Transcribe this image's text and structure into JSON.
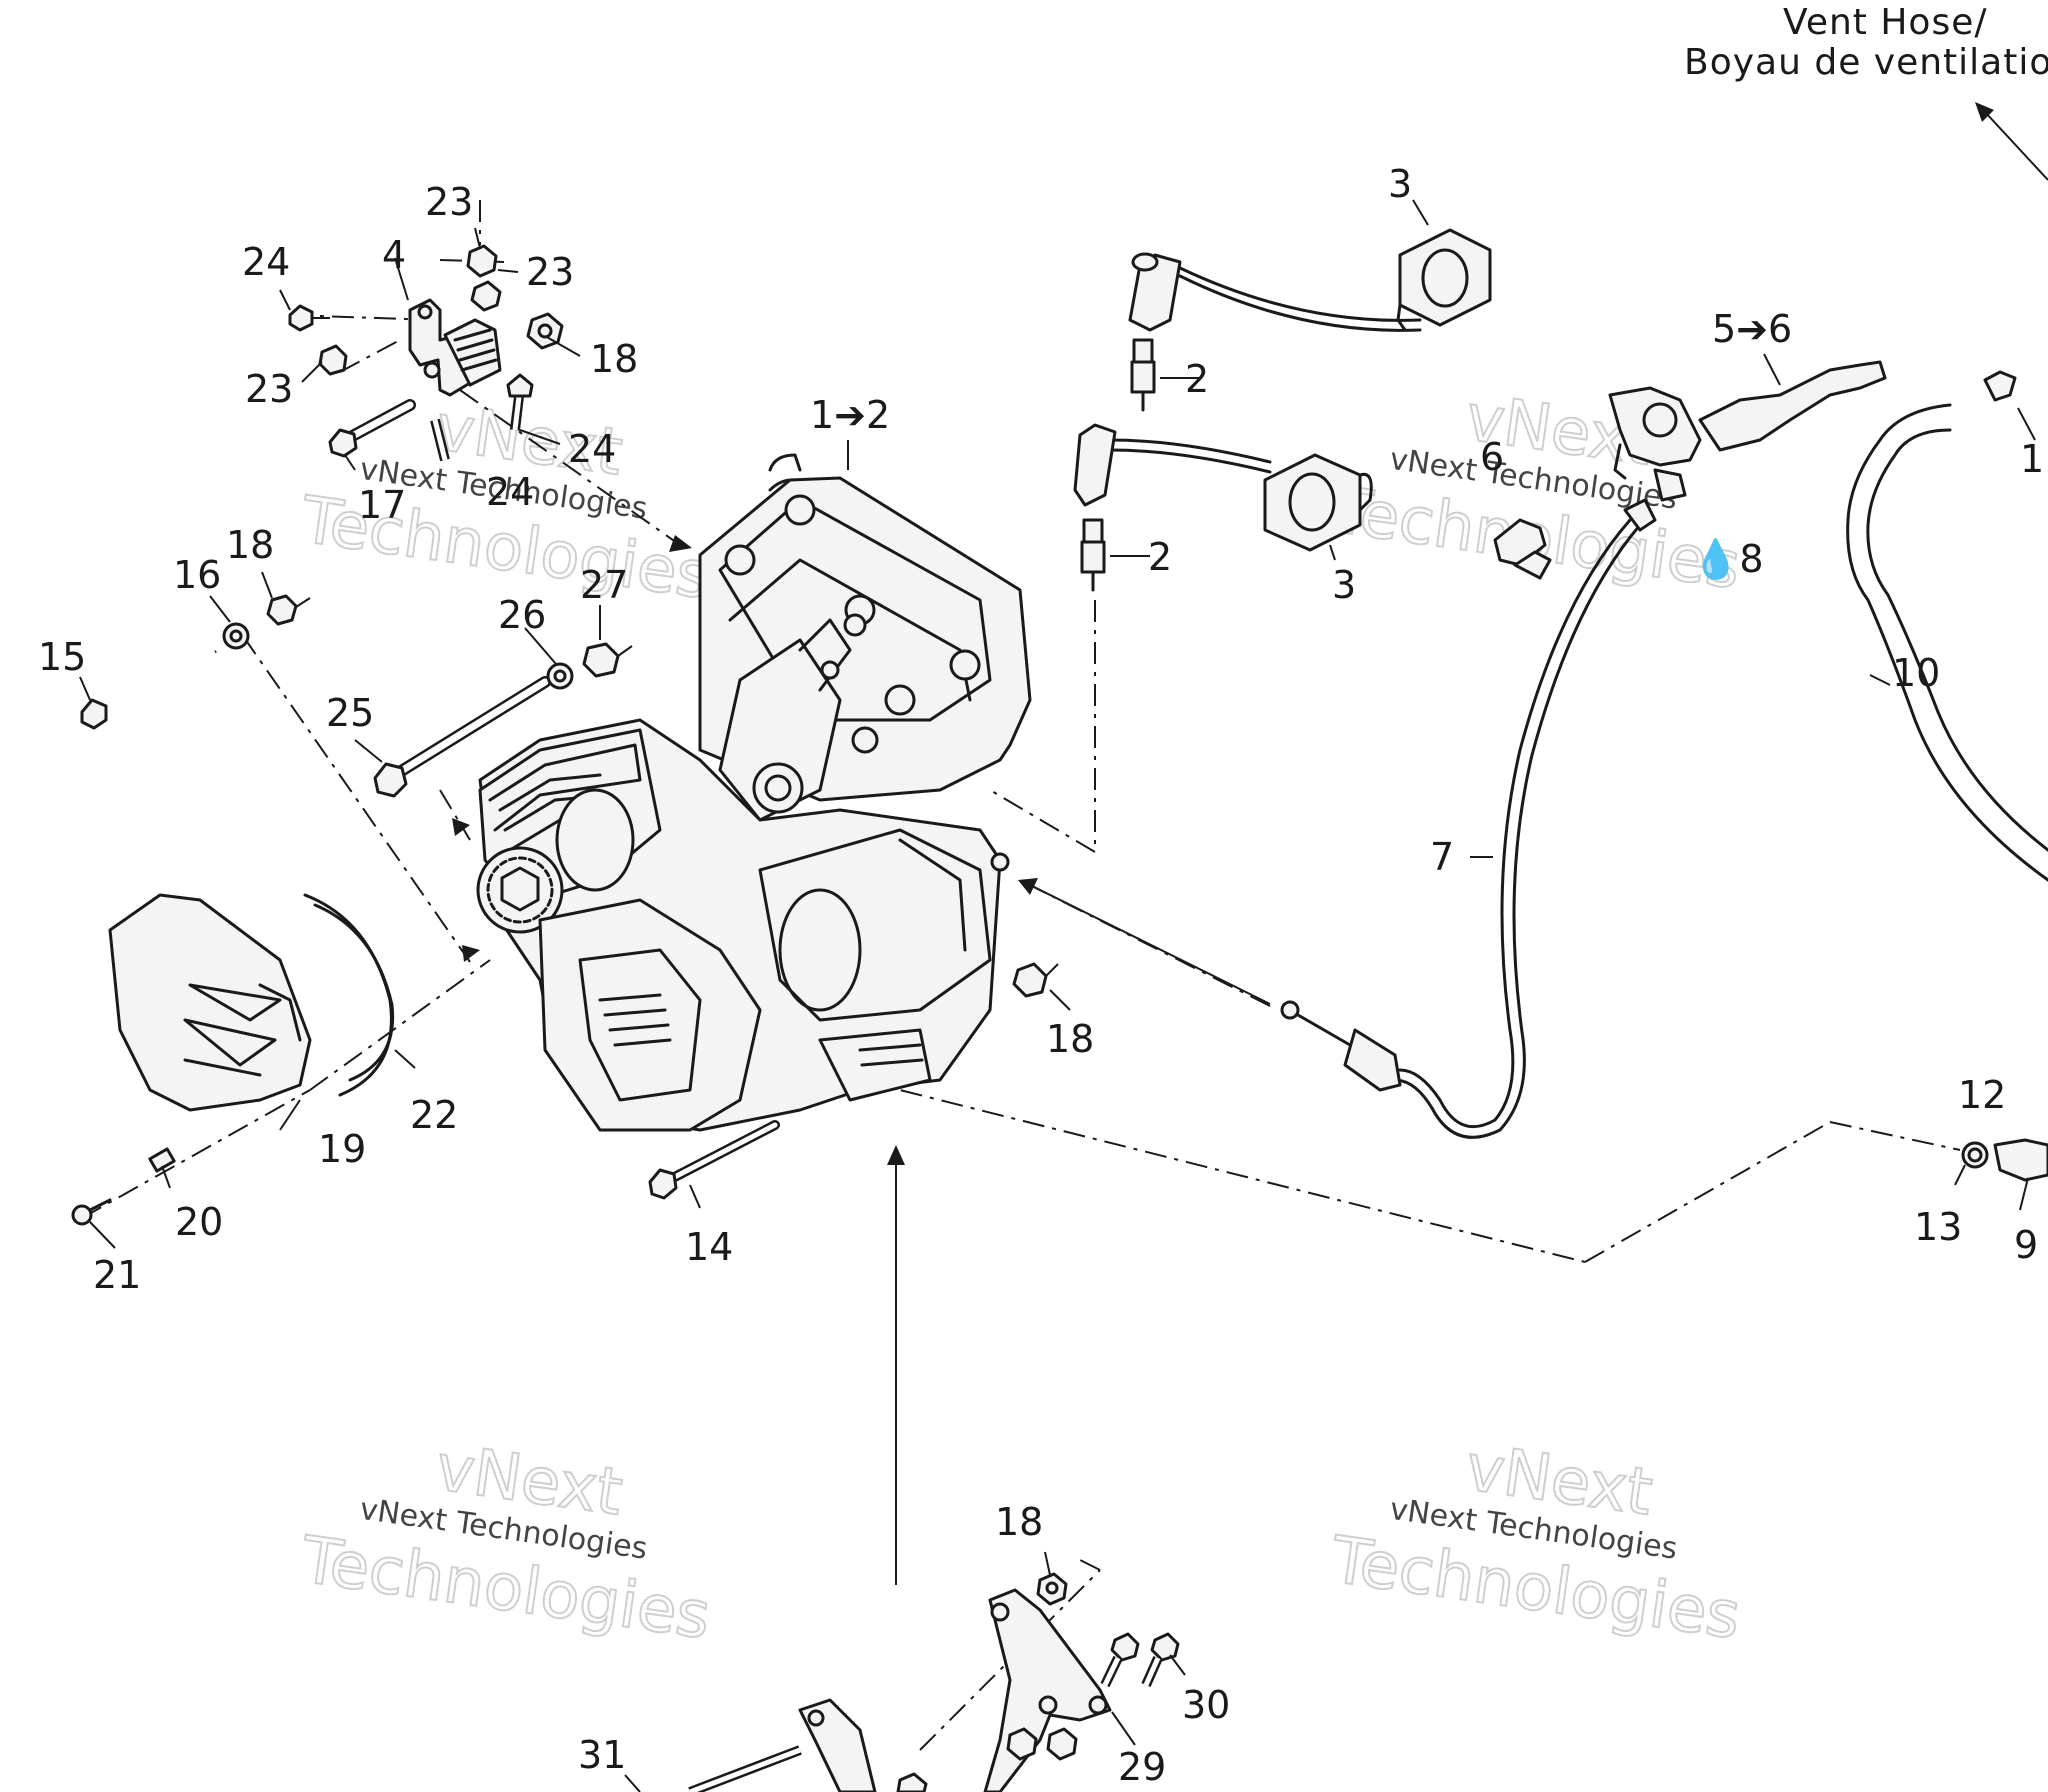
{
  "vent_label": {
    "line1": "Vent Hose/",
    "line2": "Boyau de ventilatio"
  },
  "callouts": [
    {
      "id": "c-1-2",
      "text": "1➔2"
    },
    {
      "id": "c-2a",
      "text": "2"
    },
    {
      "id": "c-2b",
      "text": "2"
    },
    {
      "id": "c-3a",
      "text": "3"
    },
    {
      "id": "c-3b",
      "text": "3"
    },
    {
      "id": "c-4",
      "text": "4"
    },
    {
      "id": "c-5-6",
      "text": "5➔6"
    },
    {
      "id": "c-6",
      "text": "6"
    },
    {
      "id": "c-7",
      "text": "7"
    },
    {
      "id": "c-8",
      "text": "💧8"
    },
    {
      "id": "c-9",
      "text": "9"
    },
    {
      "id": "c-10",
      "text": "10"
    },
    {
      "id": "c-11",
      "text": "1"
    },
    {
      "id": "c-12",
      "text": "12"
    },
    {
      "id": "c-13",
      "text": "13"
    },
    {
      "id": "c-14",
      "text": "14"
    },
    {
      "id": "c-15",
      "text": "15"
    },
    {
      "id": "c-16",
      "text": "16"
    },
    {
      "id": "c-17",
      "text": "17"
    },
    {
      "id": "c-18a",
      "text": "18"
    },
    {
      "id": "c-18b",
      "text": "18"
    },
    {
      "id": "c-18c",
      "text": "18"
    },
    {
      "id": "c-18d",
      "text": "18"
    },
    {
      "id": "c-19",
      "text": "19"
    },
    {
      "id": "c-20",
      "text": "20"
    },
    {
      "id": "c-21",
      "text": "21"
    },
    {
      "id": "c-22",
      "text": "22"
    },
    {
      "id": "c-23a",
      "text": "23"
    },
    {
      "id": "c-23b",
      "text": "23"
    },
    {
      "id": "c-23c",
      "text": "23"
    },
    {
      "id": "c-24a",
      "text": "24"
    },
    {
      "id": "c-24b",
      "text": "24"
    },
    {
      "id": "c-24c",
      "text": "24"
    },
    {
      "id": "c-25",
      "text": "25"
    },
    {
      "id": "c-26",
      "text": "26"
    },
    {
      "id": "c-27",
      "text": "27"
    },
    {
      "id": "c-29",
      "text": "29"
    },
    {
      "id": "c-30",
      "text": "30"
    },
    {
      "id": "c-31",
      "text": "31"
    }
  ],
  "watermark": {
    "small": "vNext Technologies",
    "big_line1": "vNext",
    "big_line2": "Technologies"
  }
}
